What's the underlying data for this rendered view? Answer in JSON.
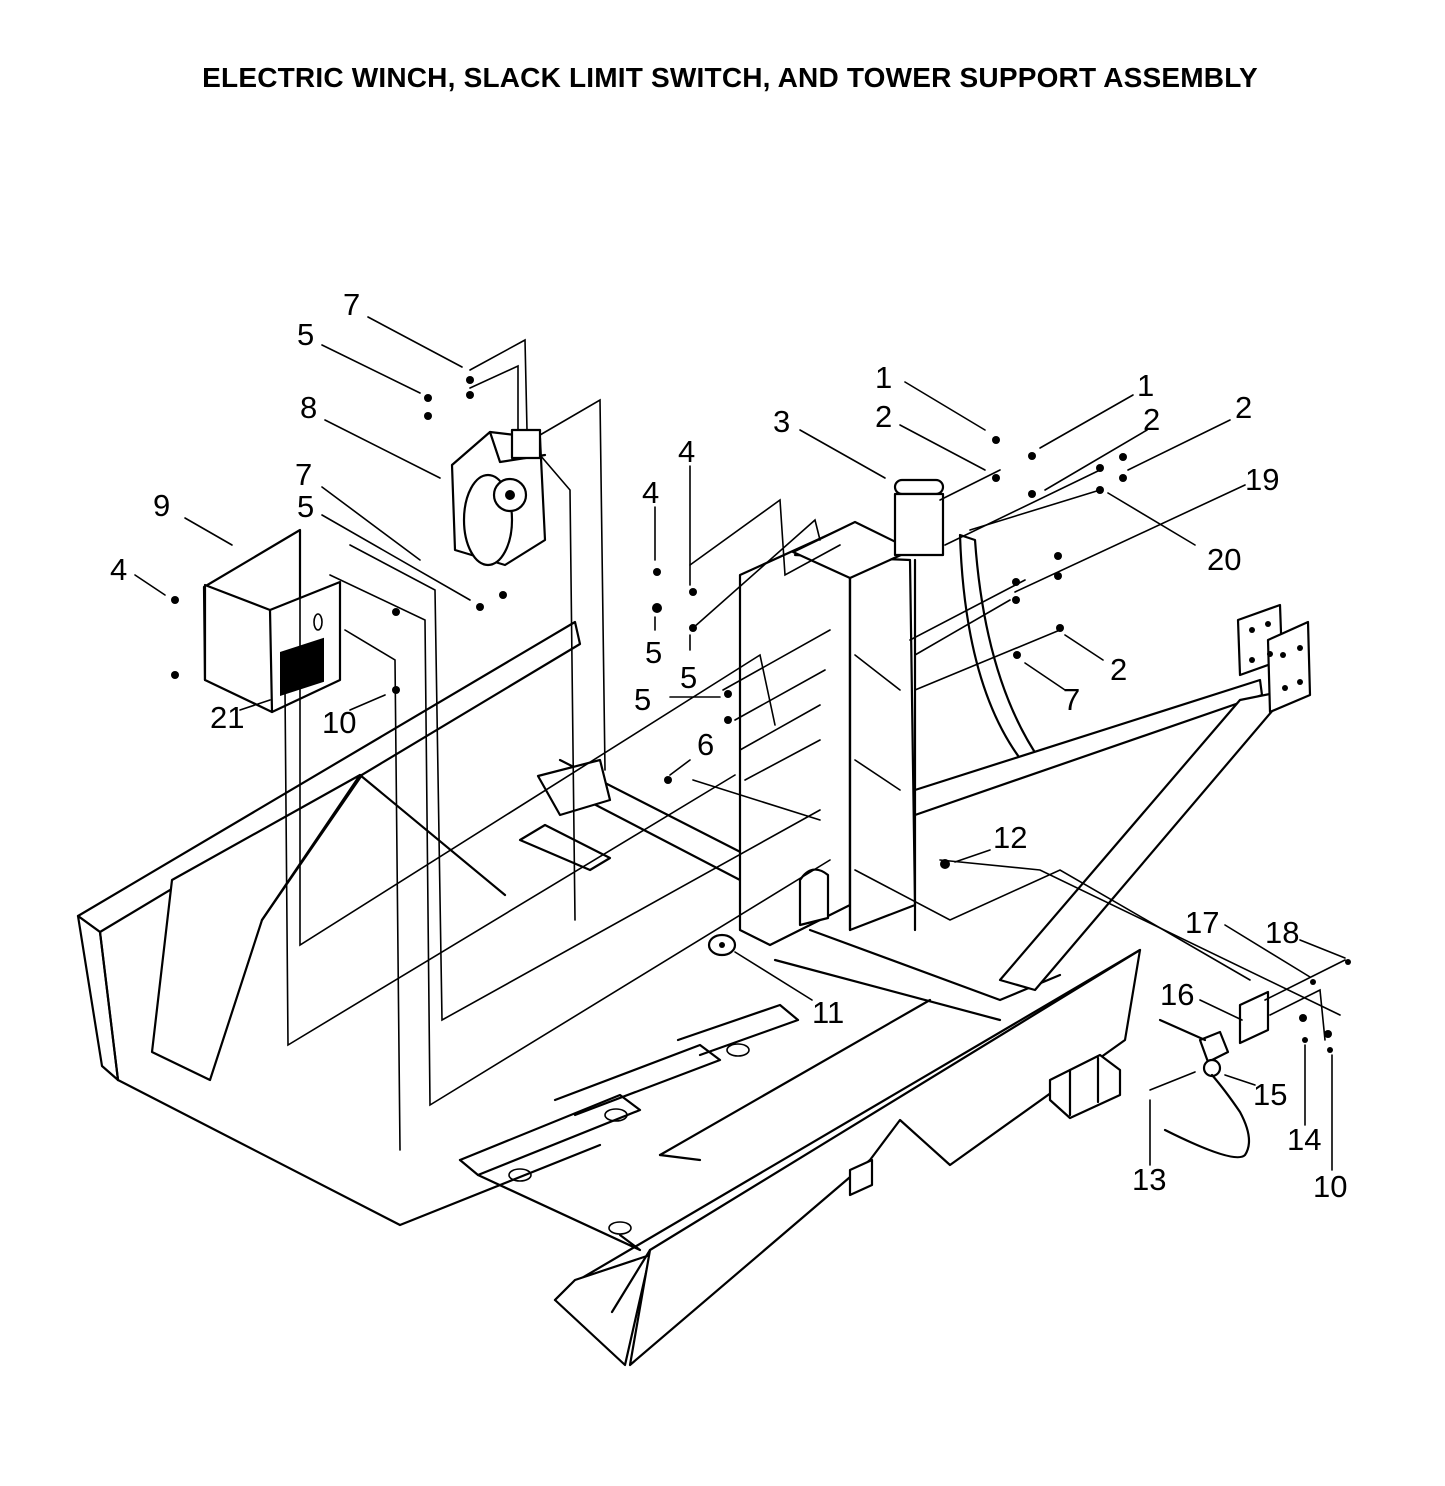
{
  "title": "ELECTRIC WINCH, SLACK LIMIT SWITCH, AND TOWER SUPPORT ASSEMBLY",
  "callouts": [
    {
      "id": "c7a",
      "text": "7"
    },
    {
      "id": "c5a",
      "text": "5"
    },
    {
      "id": "c8",
      "text": "8"
    },
    {
      "id": "c7b",
      "text": "7"
    },
    {
      "id": "c5b",
      "text": "5"
    },
    {
      "id": "c9",
      "text": "9"
    },
    {
      "id": "c4a",
      "text": "4"
    },
    {
      "id": "c21",
      "text": "21"
    },
    {
      "id": "c10a",
      "text": "10"
    },
    {
      "id": "c4b",
      "text": "4"
    },
    {
      "id": "c4c",
      "text": "4"
    },
    {
      "id": "c5c",
      "text": "5"
    },
    {
      "id": "c5d",
      "text": "5"
    },
    {
      "id": "c5e",
      "text": "5"
    },
    {
      "id": "c6",
      "text": "6"
    },
    {
      "id": "c3",
      "text": "3"
    },
    {
      "id": "c1a",
      "text": "1"
    },
    {
      "id": "c2a",
      "text": "2"
    },
    {
      "id": "c1b",
      "text": "1"
    },
    {
      "id": "c2b",
      "text": "2"
    },
    {
      "id": "c2c",
      "text": "2"
    },
    {
      "id": "c19",
      "text": "19"
    },
    {
      "id": "c20",
      "text": "20"
    },
    {
      "id": "c2d",
      "text": "2"
    },
    {
      "id": "c7c",
      "text": "7"
    },
    {
      "id": "c12",
      "text": "12"
    },
    {
      "id": "c11",
      "text": "11"
    },
    {
      "id": "c17",
      "text": "17"
    },
    {
      "id": "c18",
      "text": "18"
    },
    {
      "id": "c16",
      "text": "16"
    },
    {
      "id": "c15",
      "text": "15"
    },
    {
      "id": "c14",
      "text": "14"
    },
    {
      "id": "c13",
      "text": "13"
    },
    {
      "id": "c10b",
      "text": "10"
    }
  ]
}
